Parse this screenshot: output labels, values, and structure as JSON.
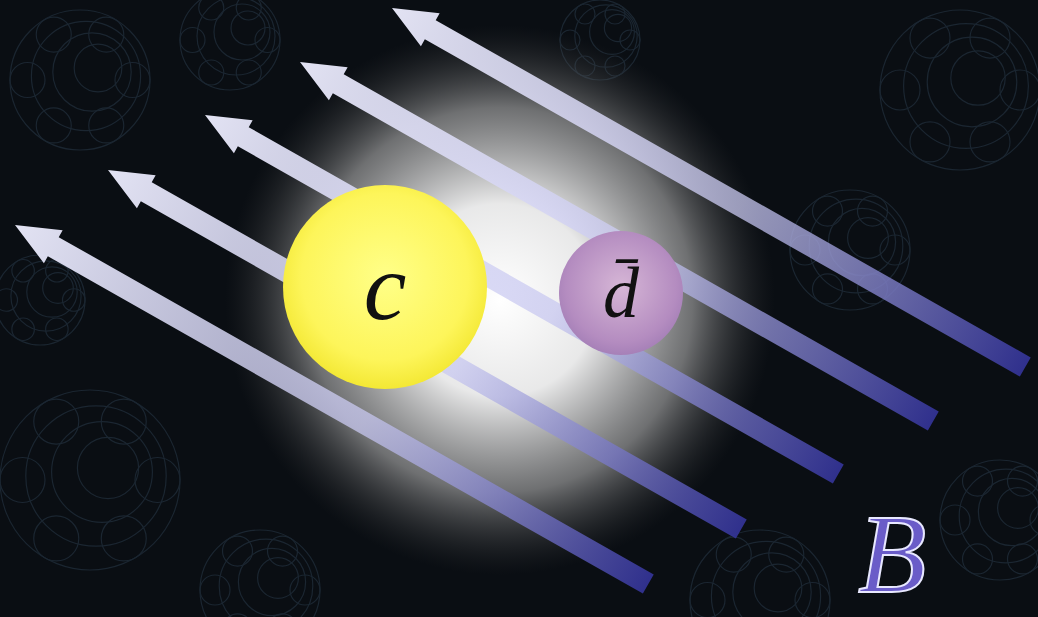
{
  "diagram": {
    "nodes": [
      {
        "text": [
          "c"
        ]
      },
      {
        "text": [
          "d̄"
        ]
      }
    ],
    "labels": [
      "B"
    ]
  }
}
